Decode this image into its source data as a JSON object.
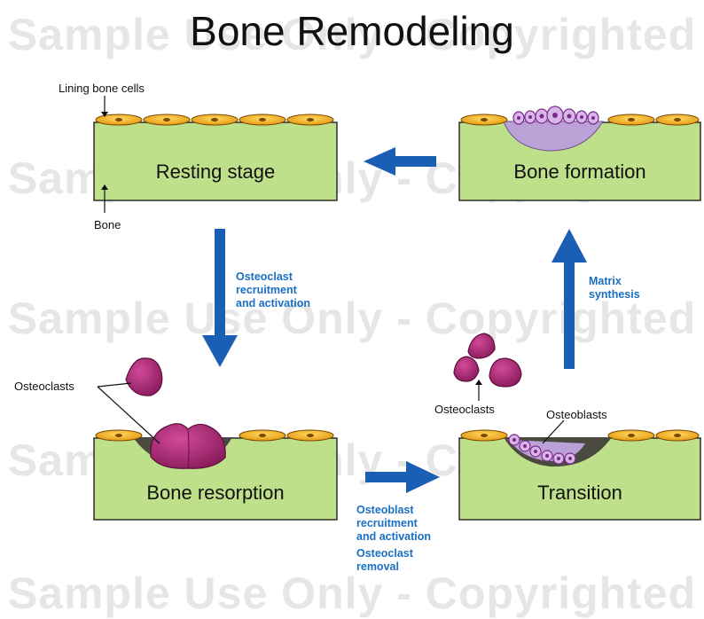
{
  "watermark": "Sample Use Only - Copyrighted",
  "title": "Bone Remodeling",
  "stages": {
    "resting": "Resting stage",
    "formation": "Bone formation",
    "resorption": "Bone resorption",
    "transition": "Transition"
  },
  "labels": {
    "lining_cells": "Lining bone cells",
    "bone": "Bone",
    "osteoclasts_left": "Osteoclasts",
    "osteoclasts_right": "Osteoclasts",
    "osteoblasts": "Osteoblasts"
  },
  "arrows": {
    "down": [
      "Osteoclast",
      "recruitment",
      "and activation"
    ],
    "up": [
      "Matrix",
      "synthesis"
    ],
    "right": [
      "Osteoblast",
      "recruitment",
      "and activation"
    ],
    "right_extra": [
      "Osteoclast",
      "removal"
    ]
  },
  "colors": {
    "bone": "#bfe08a",
    "lining_cell": "#f2b632",
    "osteoclast": "#b0307a",
    "osteoblast": "#c6a6d8",
    "arrow": "#1a5fb4",
    "arrow_text": "#1a6fc2"
  }
}
